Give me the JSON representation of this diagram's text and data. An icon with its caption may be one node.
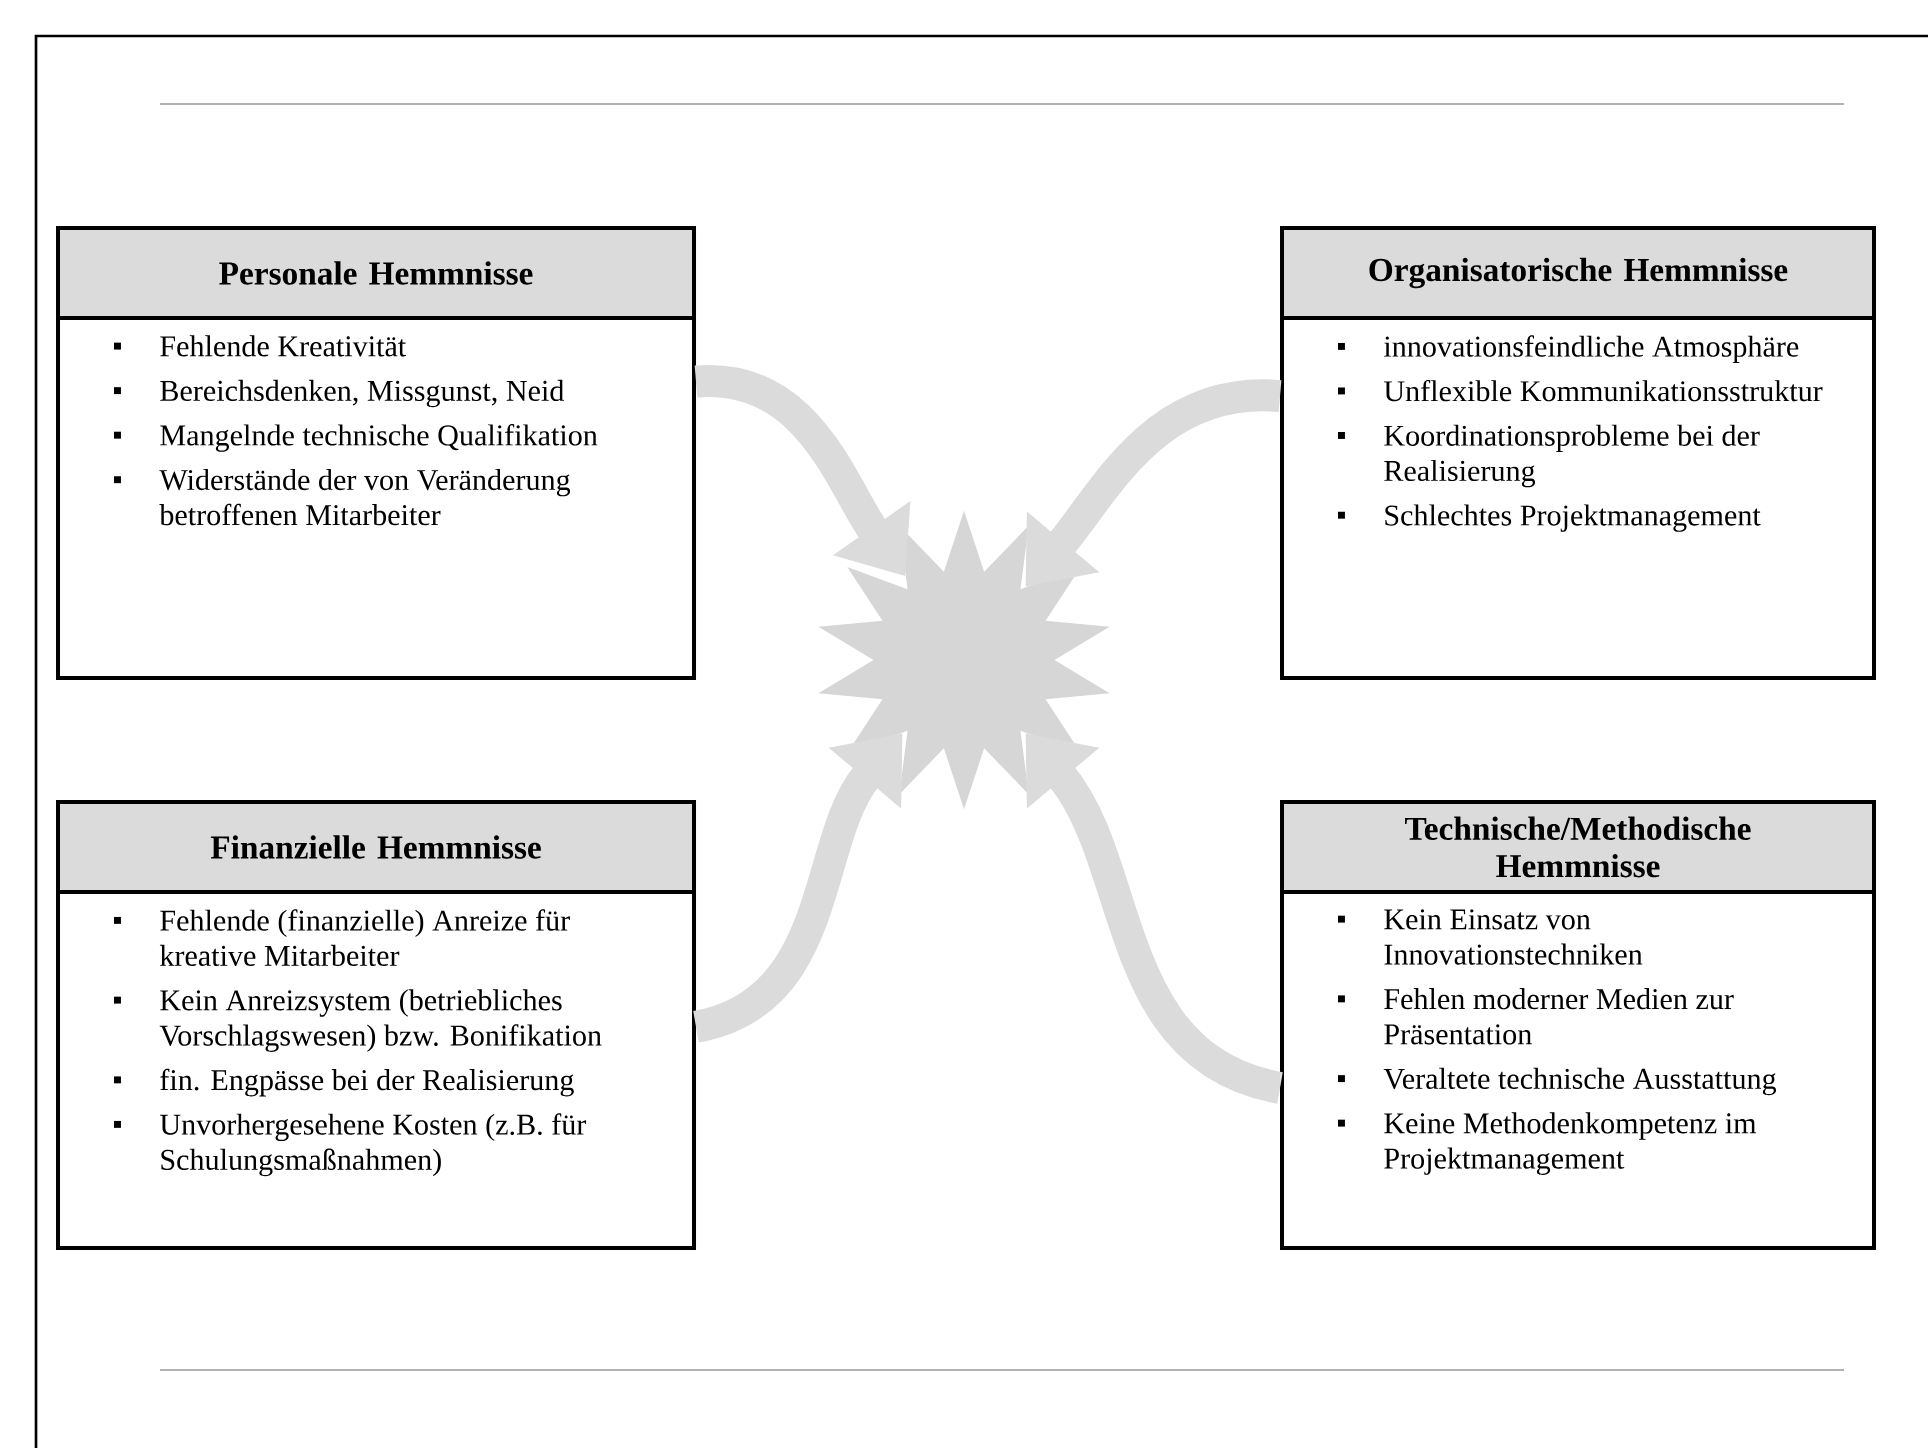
{
  "diagram": {
    "nodes": [
      {
        "text": [
          "Personale Hemmnisse"
        ]
      },
      {
        "text": [
          "Fehlende Kreativität",
          "Bereichsdenken, Missgunst, Neid",
          "Mangelnde technische Qualifikation",
          "Widerstände der von Veränderung betroffenen Mitarbeiter"
        ]
      },
      {
        "text": [
          "Organisatorische Hemmnisse"
        ]
      },
      {
        "text": [
          "innovationsfeindliche Atmosphäre",
          "Unflexible Kommunikationsstruktur",
          "Koordinationsprobleme bei der Realisierung",
          "Schlechtes Projektmanagement"
        ]
      },
      {
        "text": [
          "Finanzielle Hemmnisse"
        ]
      },
      {
        "text": [
          "Fehlende (finanzielle) Anreize für kreative Mitarbeiter",
          "Kein Anreizsystem (betriebliches Vorschlagswesen) bzw. Bonifikation",
          "fin. Engpässe bei der Realisierung",
          "Unvorhergesehene Kosten (z.B. für Schulungsmaßnahmen)"
        ]
      },
      {
        "text": [
          "Technische/Methodische Hemmnisse"
        ]
      },
      {
        "text": [
          "Kein Einsatz von Innovationstechniken",
          "Fehlen moderner Medien zur Präsentation",
          "Veraltete technische Ausstattung",
          "Keine Methodenkompetenz im Projektmanagement"
        ]
      },
      {
        "text": [],
        "shape": "star"
      }
    ],
    "edges": [
      {
        "from": 1,
        "to": 8,
        "arrow": "to"
      },
      {
        "from": 3,
        "to": 8,
        "arrow": "to"
      },
      {
        "from": 5,
        "to": 8,
        "arrow": "to"
      },
      {
        "from": 7,
        "to": 8,
        "arrow": "to"
      }
    ]
  }
}
